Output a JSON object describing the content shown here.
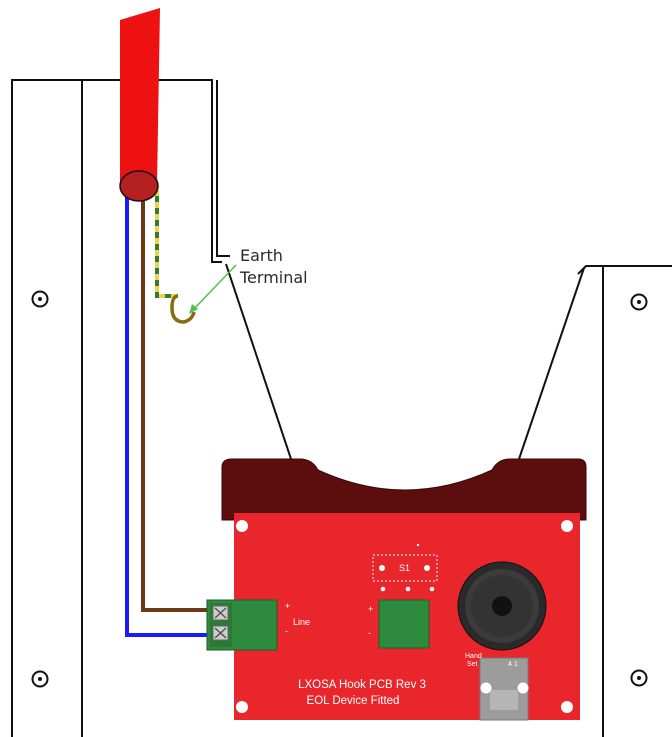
{
  "annotation": {
    "line1": "Earth",
    "line2": "Terminal"
  },
  "pcb": {
    "title_line1": "LXOSA Hook PCB Rev 3",
    "title_line2": "EOL Device Fitted",
    "line_label": "Line",
    "plus": "+",
    "minus": "-",
    "switch_label": "S1",
    "handset_line1": "Hand",
    "handset_line2": "Set",
    "connector_pin_label": "4 1"
  },
  "colors": {
    "cable_sheath": "#ee1111",
    "pcb": "#e8262b",
    "cradle": "#5c0e0e",
    "connector": "#2e8b3e",
    "wire_blue": "#1a1aff",
    "wire_brown": "#6b3a12",
    "earth_green": "#3a7a2a",
    "earth_yellow": "#e6d54a",
    "arrow": "#4cc24c"
  }
}
